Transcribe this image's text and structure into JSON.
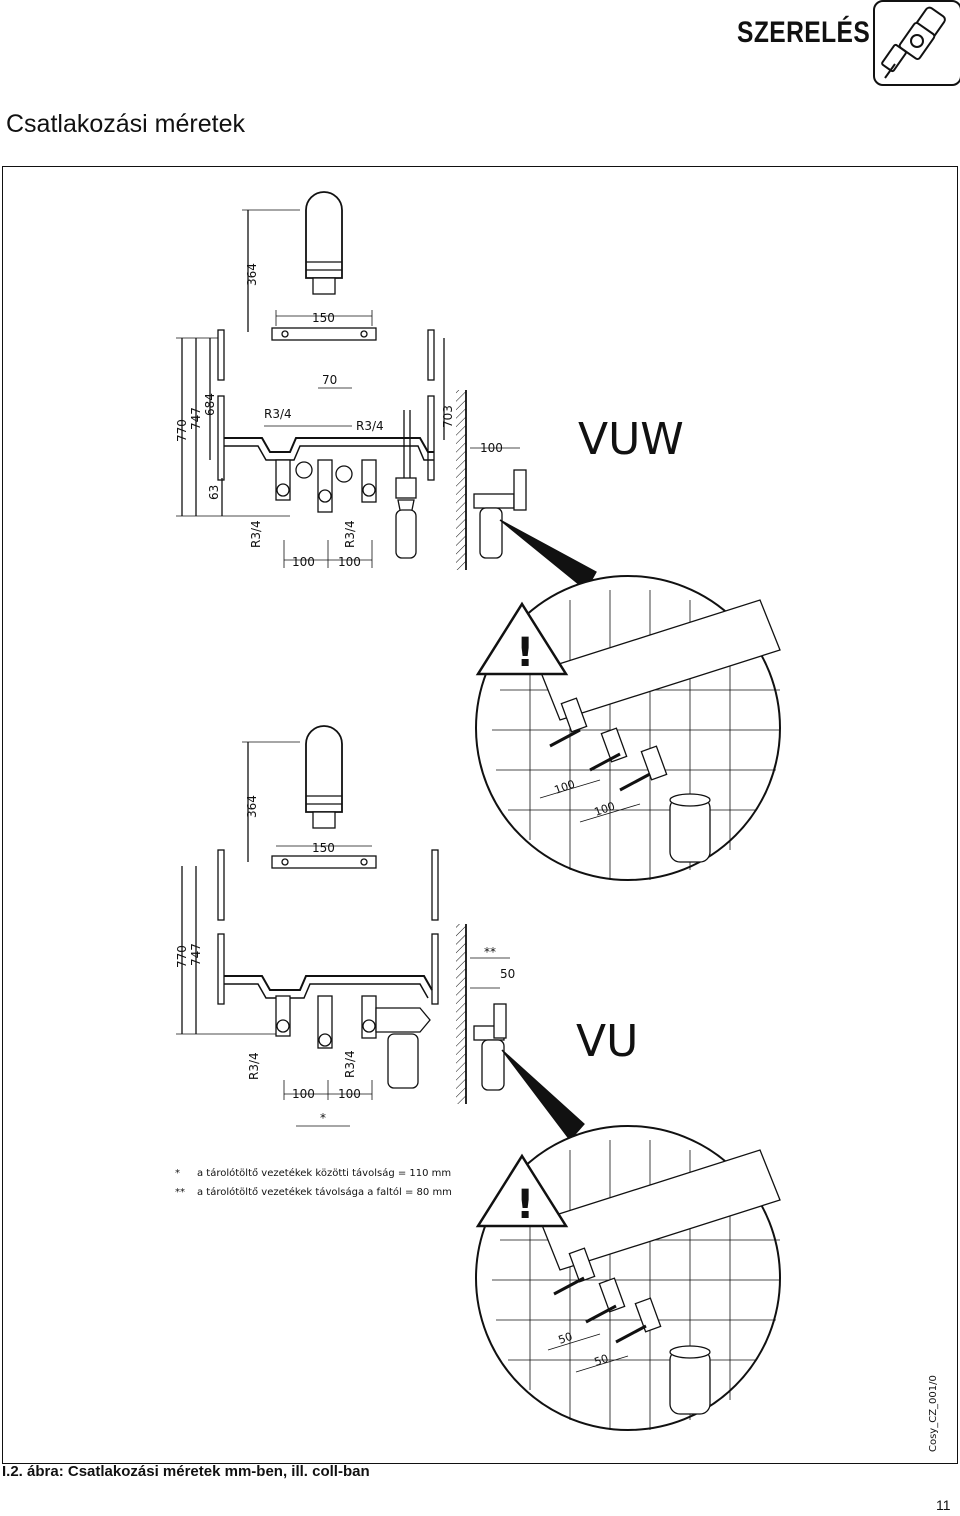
{
  "header": {
    "section_title": "SZERELÉS",
    "icon": "pipe-fitting-icon"
  },
  "page_heading": "Csatlakozási méretek",
  "vuw": {
    "model_label": "VUW",
    "dims": {
      "d364": "364",
      "d150": "150",
      "d70": "70",
      "d770": "770",
      "d747": "747",
      "d684": "684",
      "d63": "63",
      "d703": "703",
      "d100_wall": "100",
      "r34_a": "R3/4",
      "r34_b": "R3/4",
      "r34_c": "R3/4",
      "r34_d": "R3/4",
      "d100_a": "100",
      "d100_b": "100"
    },
    "detail_labels": {
      "a": "100",
      "b": "100"
    }
  },
  "vu": {
    "model_label": "VU",
    "dims": {
      "d364": "364",
      "d150": "150",
      "d770": "770",
      "d747": "747",
      "d50_wall": "50",
      "dstar2": "**",
      "dstar": "*",
      "r34_a": "R3/4",
      "r34_b": "R3/4",
      "d100_a": "100",
      "d100_b": "100"
    },
    "detail_labels": {
      "a": "50",
      "b": "50"
    }
  },
  "warning_icon": "!",
  "notes": [
    {
      "marker": "*",
      "text": "a tárolótöltő vezetékek közötti távolság  =  110 mm"
    },
    {
      "marker": "**",
      "text": "a tárolótöltő vezetékek távolsága a faltól  =  80 mm"
    }
  ],
  "reference_code": "Cosy_CZ_001/0",
  "caption": "I.2. ábra: Csatlakozási méretek mm-ben, ill. coll-ban",
  "page_number": "11"
}
